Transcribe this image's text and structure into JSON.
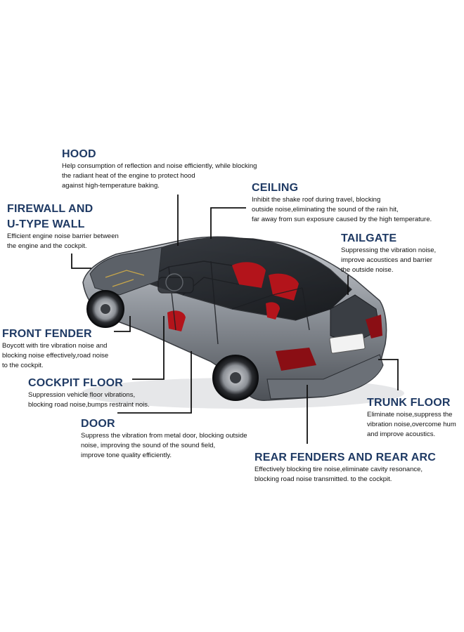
{
  "callouts": {
    "hood": {
      "title": "HOOD",
      "lines": [
        "Help consumption of reflection and noise efficiently, while blocking",
        "the radiant heat of the engine to protect hood",
        "against high-temperature baking."
      ]
    },
    "ceiling": {
      "title": "CEILING",
      "lines": [
        "Inhibit the shake roof during travel, blocking",
        "outside noise,eliminating the sound of the rain hit,",
        "far away from sun exposure caused by the high temperature."
      ]
    },
    "firewall": {
      "title1": "FIREWALL AND",
      "title2": "U-TYPE WALL",
      "lines": [
        "Efficient engine noise barrier between",
        "the engine and the cockpit."
      ]
    },
    "tailgate": {
      "title": "TAILGATE",
      "lines": [
        "Suppressing the vibration noise,",
        "improve acoustices and barrier",
        "the outside noise."
      ]
    },
    "front_fender": {
      "title": "FRONT FENDER",
      "lines": [
        "Boycott with tire vibration noise and",
        "blocking noise effectively,road noise",
        "to the cockpit."
      ]
    },
    "cockpit_floor": {
      "title": "COCKPIT FLOOR",
      "lines": [
        "Suppression vehicle floor vibrations,",
        "blocking road noise,bumps restraint nois."
      ]
    },
    "door": {
      "title": "DOOR",
      "lines": [
        "Suppress the vibration from metal door, blocking outside",
        "noise, improving the sound of the sound field,",
        "improve tone quality efficiently."
      ]
    },
    "trunk_floor": {
      "title": "TRUNK FLOOR",
      "lines": [
        "Eliminate noise,suppress the",
        "vibration noise,overcome hum",
        "and improve acoustics."
      ]
    },
    "rear_fenders": {
      "title": "REAR FENDERS AND REAR ARC",
      "lines": [
        "Effectively blocking tire noise,eliminate cavity resonance,",
        "blocking road noise transmitted. to the cockpit."
      ]
    }
  },
  "colors": {
    "title": "#1f3a64",
    "text": "#111111",
    "car_body": "#7a7f86",
    "seat_accent": "#b3141b"
  }
}
